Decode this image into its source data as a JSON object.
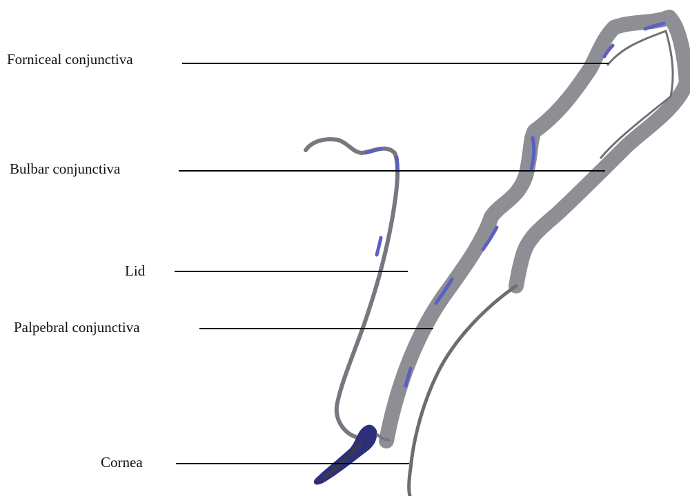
{
  "labels": {
    "forniceal_conjunctiva": "Forniceal conjunctiva",
    "bulbar_conjunctiva": "Bulbar conjunctiva",
    "lid": "Lid",
    "palpebral_conjunctiva": "Palpebral conjunctiva",
    "cornea": "Cornea"
  },
  "colors": {
    "tissue_gray": "#8e8f95",
    "tissue_dark": "#55575e",
    "stain_blue": "#5a5fc4",
    "stain_deep": "#2d2f7a",
    "leader_line": "#000000"
  }
}
